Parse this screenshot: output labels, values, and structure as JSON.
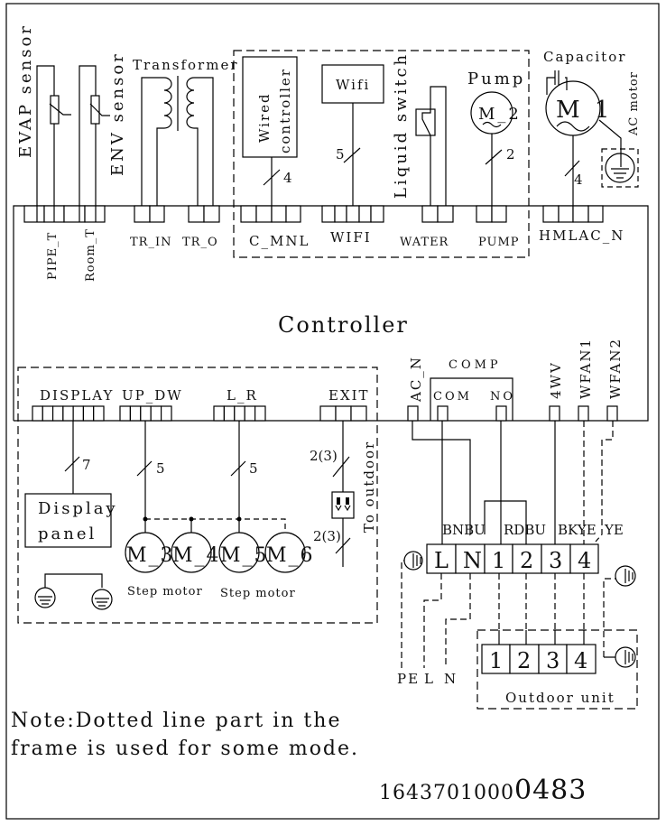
{
  "sensors": {
    "evap": "EVAP sensor",
    "env": "ENV sensor",
    "transformer": "Transformer",
    "pipe_t": "PIPE_T",
    "room_t": "Room_T",
    "tr_in": "TR_IN",
    "tr_o": "TR_O"
  },
  "optional": {
    "wired_controller_1": "Wired",
    "wired_controller_2": "controller",
    "wired_count": "4",
    "cmnl": "C_MNL",
    "wifi": "Wifi",
    "wifi_count": "5",
    "wifi_port": "WIFI",
    "liquid_switch": "Liquid switch",
    "water": "WATER",
    "pump": "Pump",
    "pump_motor": "M_2",
    "pump_count": "2",
    "pump_port": "PUMP"
  },
  "fan": {
    "capacitor": "Capacitor",
    "motor": "M 1",
    "ac_motor": "AC motor",
    "count": "4",
    "port": "HMLAC_N"
  },
  "controller": "Controller",
  "bottom": {
    "display": "DISPLAY",
    "up_dw": "UP_DW",
    "l_r": "L_R",
    "exit": "EXIT",
    "display_count": "7",
    "updw_count": "5",
    "lr_count": "5",
    "panel_1": "Display",
    "panel_2": "panel",
    "m3": "M_3",
    "m4": "M_4",
    "m5": "M_5",
    "m6": "M_6",
    "step1": "Step motor",
    "step2": "Step motor",
    "exit_count_1": "2(3)",
    "exit_count_2": "2(3)",
    "to_outdoor": "To outdoor"
  },
  "outputs": {
    "ac_n": "AC_N",
    "comp": "COMP",
    "com": "COM",
    "no": "NO",
    "fourwv": "4WV",
    "wfan1": "WFAN1",
    "wfan2": "WFAN2"
  },
  "wire_colors": {
    "bnbu": "BNBU",
    "rdbu": "RDBU",
    "bkye": "BKYE",
    "ye": "YE"
  },
  "terminal": [
    "L",
    "N",
    "1",
    "2",
    "3",
    "4"
  ],
  "supply": {
    "pe": "PE",
    "l": "L",
    "n": "N"
  },
  "outdoor": {
    "terminals": [
      "1",
      "2",
      "3",
      "4"
    ],
    "label": "Outdoor unit"
  },
  "note": {
    "line1": "Note:Dotted line part in the",
    "line2": "frame is used for some mode."
  },
  "code": {
    "prefix": "1643701000",
    "suffix": "0483"
  }
}
